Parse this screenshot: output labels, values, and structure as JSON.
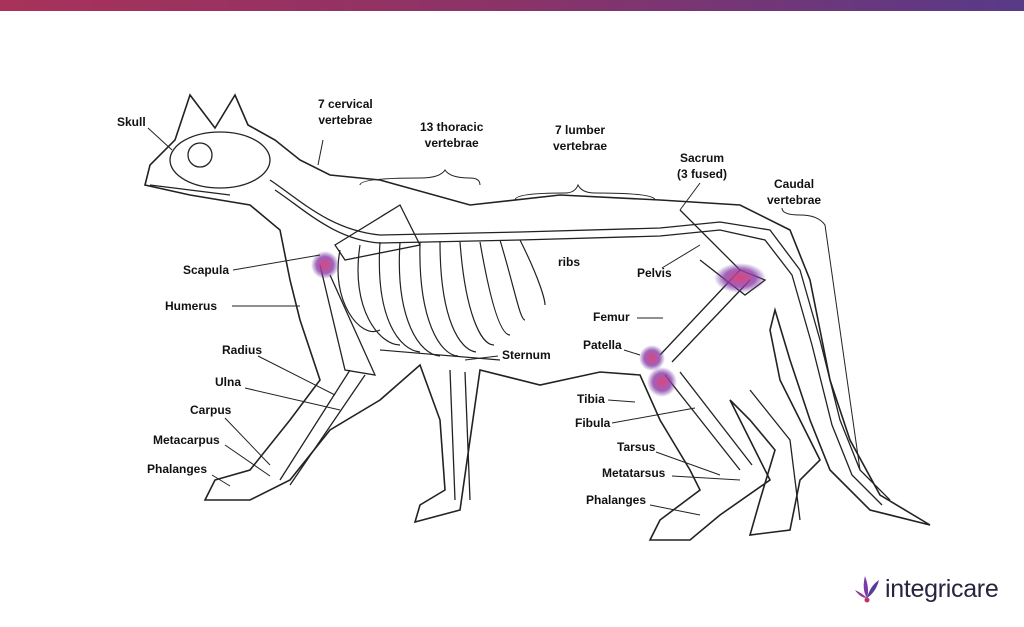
{
  "brand": {
    "name": "integricare",
    "bar_colors": [
      "#a8325a",
      "#583a88"
    ]
  },
  "labels": {
    "skull": "Skull",
    "cervical": [
      "7 cervical",
      "vertebrae"
    ],
    "thoracic": [
      "13 thoracic",
      "vertebrae"
    ],
    "lumbar": [
      "7 lumber",
      "vertebrae"
    ],
    "sacrum": [
      "Sacrum",
      "(3 fused)"
    ],
    "caudal": [
      "Caudal",
      "vertebrae"
    ],
    "scapula": "Scapula",
    "humerus": "Humerus",
    "radius": "Radius",
    "ulna": "Ulna",
    "carpus": "Carpus",
    "metacarpus": "Metacarpus",
    "phalanges_front": "Phalanges",
    "ribs": "ribs",
    "pelvis": "Pelvis",
    "femur": "Femur",
    "patella": "Patella",
    "sternum": "Sternum",
    "tibia": "Tibia",
    "fibula": "Fibula",
    "tarsus": "Tarsus",
    "metatarsus": "Metatarsus",
    "phalanges_hind": "Phalanges"
  }
}
